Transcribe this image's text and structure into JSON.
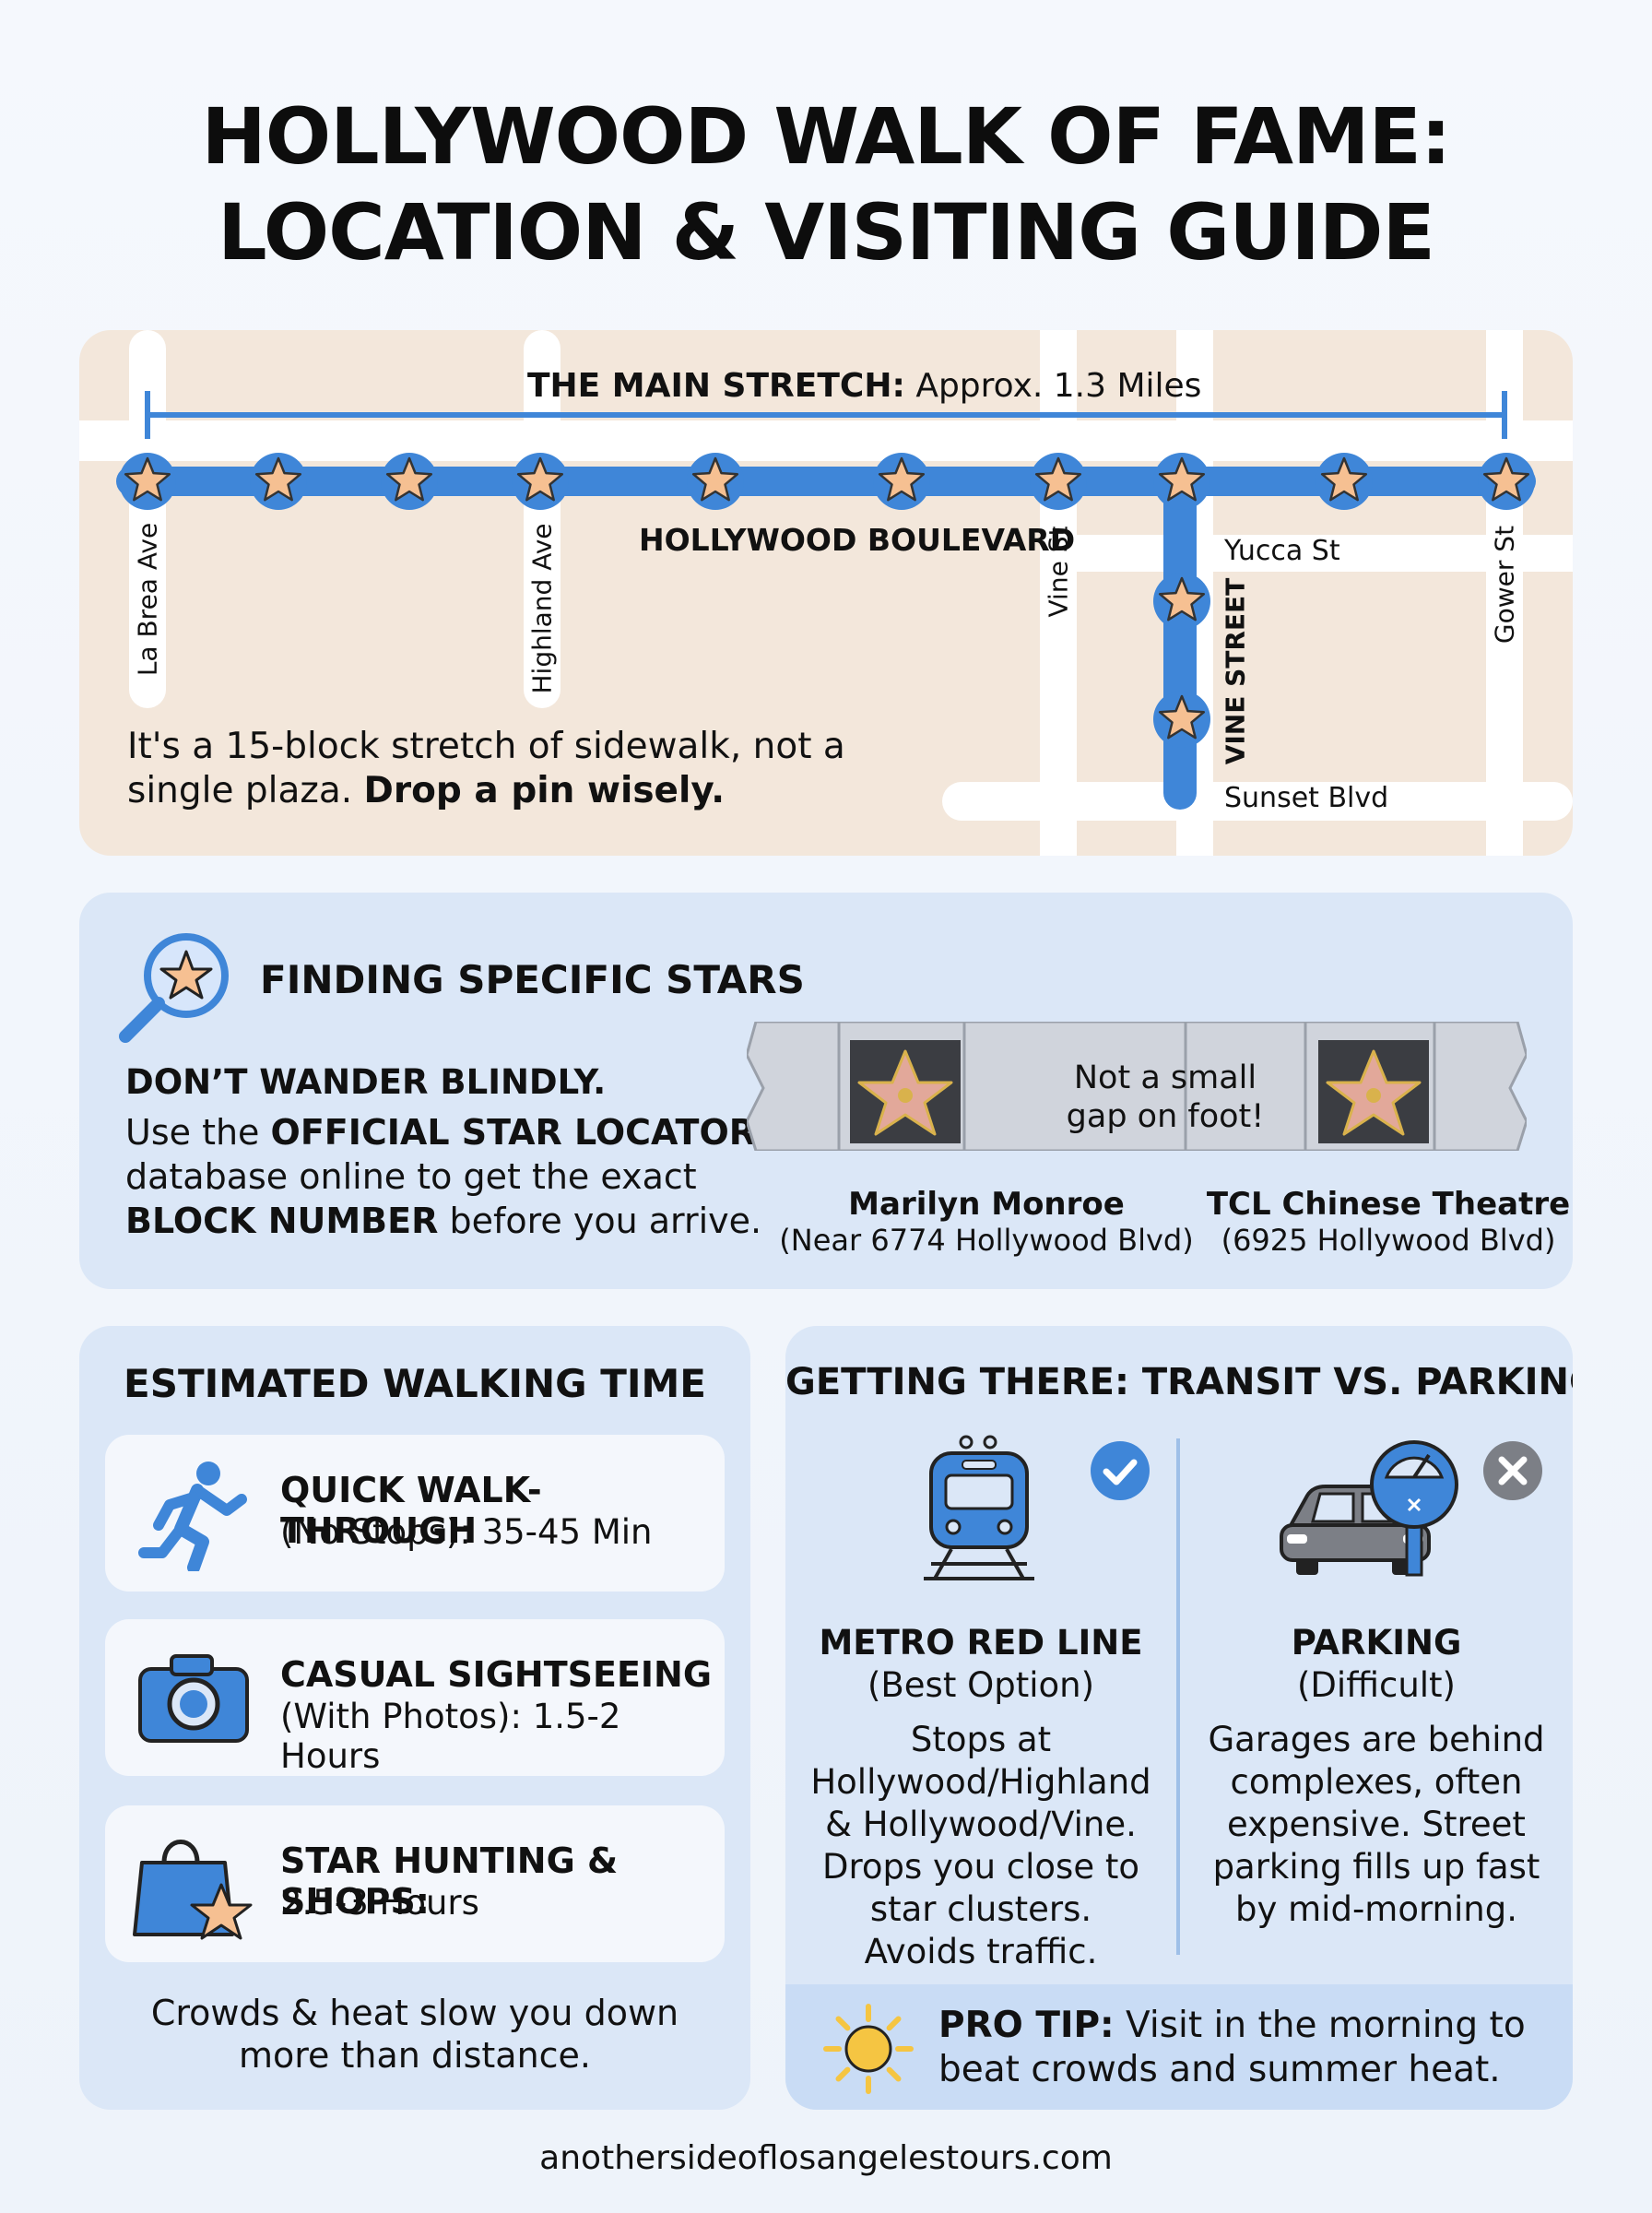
{
  "title": {
    "line1": "HOLLYWOOD WALK OF FAME:",
    "line2": "LOCATION & VISITING GUIDE"
  },
  "map": {
    "stretch_label_bold": "THE MAIN STRETCH:",
    "stretch_label_rest": "Approx. 1.3 Miles",
    "boulevard": "HOLLYWOOD BOULEVARD",
    "streets": {
      "la_brea": "La Brea Ave",
      "highland": "Highland Ave",
      "vine": "Vine St",
      "gower": "Gower St",
      "yucca": "Yucca St",
      "vine_street": "VINE STREET",
      "sunset": "Sunset Blvd"
    },
    "note_line1": "It's a 15-block stretch of sidewalk, not a",
    "note_line2_plain": "single plaza.",
    "note_line2_bold": "Drop a pin wisely.",
    "colors": {
      "route": "#3f86d8",
      "land": "#f3e7db",
      "star": "#f6c092"
    }
  },
  "finding": {
    "heading": "FINDING SPECIFIC STARS",
    "icon": "magnifier-star-icon",
    "subheading": "DON’T WANDER BLINDLY.",
    "l1_plain": "Use the",
    "l1_bold": "OFFICIAL STAR LOCATOR",
    "l2": "database online to get the exact",
    "l3_bold": "BLOCK NUMBER",
    "l3_plain": "before you arrive.",
    "gap_line1": "Not a small",
    "gap_line2": "gap on foot!",
    "star1_name": "Marilyn Monroe",
    "star1_addr": "(Near 6774 Hollywood Blvd)",
    "star2_name": "TCL Chinese Theatre",
    "star2_addr": "(6925 Hollywood Blvd)"
  },
  "walking": {
    "heading": "ESTIMATED WALKING TIME",
    "items": [
      {
        "icon": "running-person-icon",
        "bold": "QUICK WALK-THROUGH",
        "detail": "(No Stops): 35-45 Min"
      },
      {
        "icon": "camera-icon",
        "bold": "CASUAL SIGHTSEEING",
        "detail": "(With Photos): 1.5-2 Hours"
      },
      {
        "icon": "shopping-bag-star-icon",
        "bold": "STAR HUNTING & SHOPS:",
        "detail": "2.5-3 Hours"
      }
    ],
    "note_line1": "Crowds & heat slow you down",
    "note_line2": "more than distance."
  },
  "transit": {
    "heading": "GETTING THERE: TRANSIT VS. PARKING",
    "metro": {
      "icon": "train-icon",
      "status_icon": "check-circle-icon",
      "title": "METRO RED LINE",
      "subtitle": "(Best Option)",
      "lines": [
        "Stops at",
        "Hollywood/Highland",
        "& Hollywood/Vine.",
        "Drops you close to",
        "star clusters.",
        "Avoids traffic."
      ]
    },
    "parking": {
      "icon": "car-parking-meter-icon",
      "status_icon": "x-circle-icon",
      "title": "PARKING",
      "subtitle": "(Difficult)",
      "lines": [
        "Garages are behind",
        "complexes, often",
        "expensive. Street",
        "parking fills up fast",
        "by mid-morning."
      ]
    },
    "tip": {
      "icon": "sun-icon",
      "bold": "PRO TIP:",
      "line1_rest": "Visit in the morning to",
      "line2": "beat crowds and summer heat."
    }
  },
  "footer": "anothersideoflosangelestours.com"
}
